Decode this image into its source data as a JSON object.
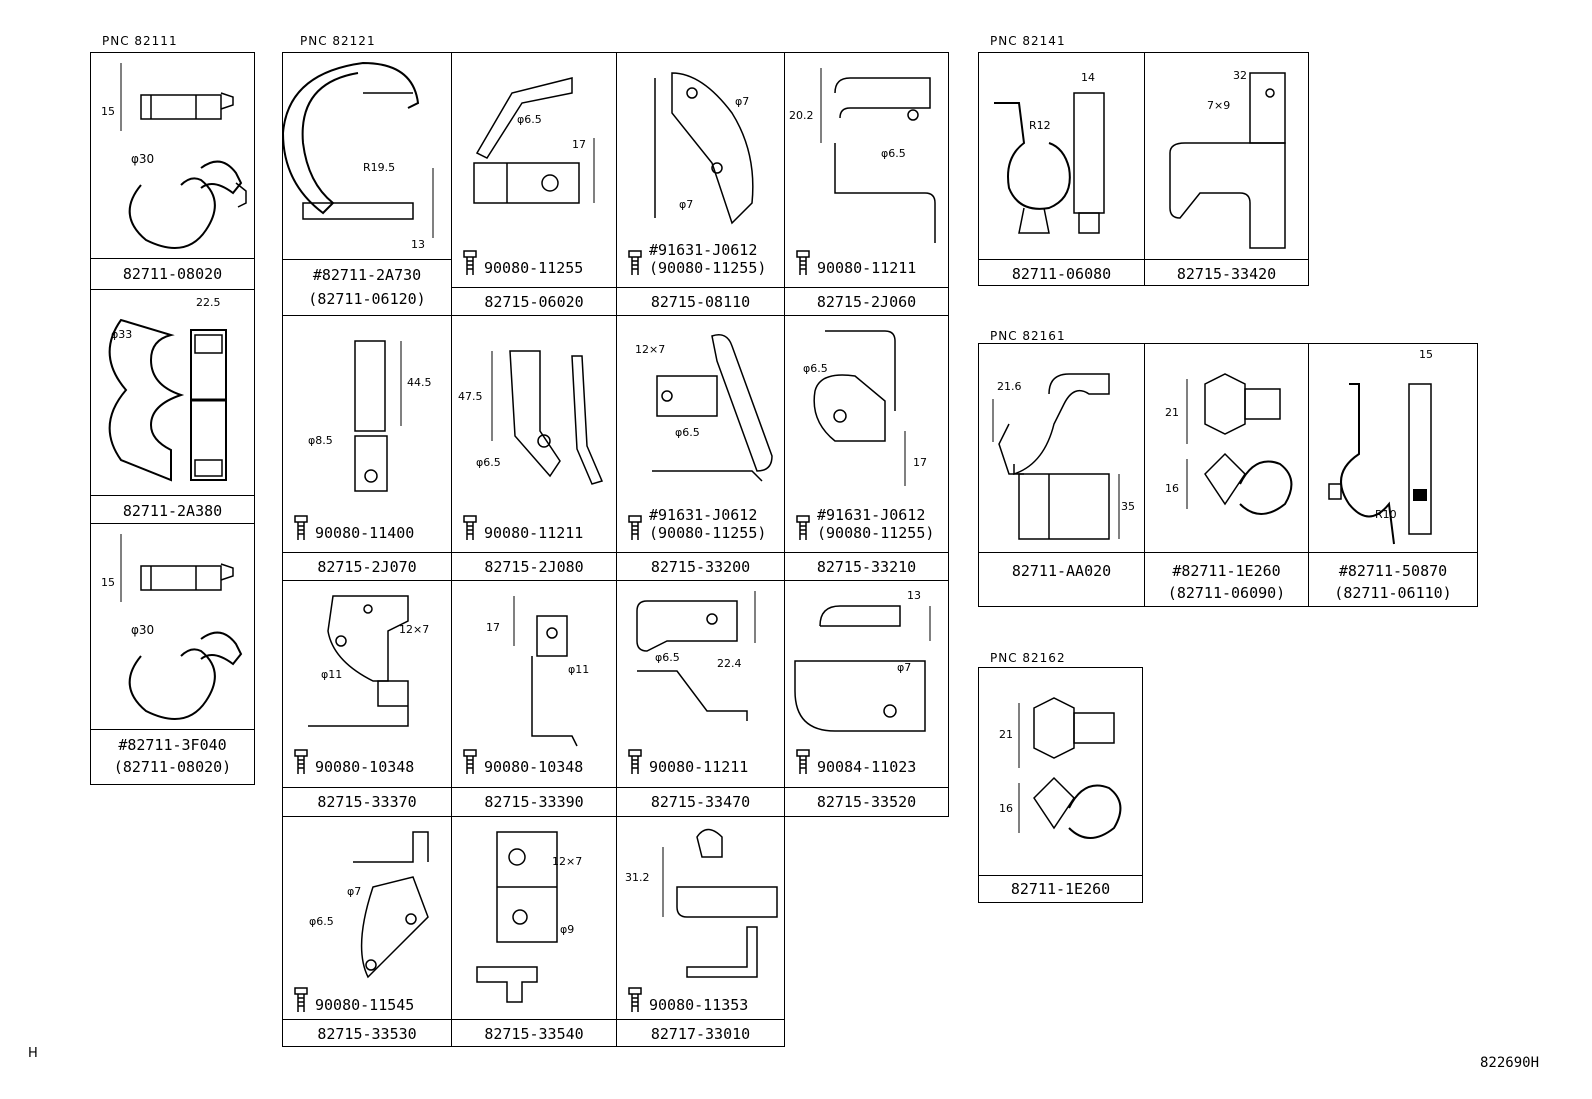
{
  "groups": [
    {
      "pnc": "PNC  82111"
    },
    {
      "pnc": "PNC  82121"
    },
    {
      "pnc": "PNC  82141"
    },
    {
      "pnc": "PNC  82161"
    },
    {
      "pnc": "PNC  82162"
    }
  ],
  "parts": {
    "p82711_08020": "82711-08020",
    "p82711_2A380": "82711-2A380",
    "p82711_3F040": "#82711-3F040",
    "p82711_3F040_alt": "(82711-08020)",
    "p82711_2A730": "#82711-2A730",
    "p82711_2A730_alt": "(82711-06120)",
    "p82715_06020": "82715-06020",
    "p82715_06020_bolt": "90080-11255",
    "p82715_08110": "82715-08110",
    "p82715_08110_bolt": "#91631-J0612",
    "p82715_08110_bolt_alt": "(90080-11255)",
    "p82715_2J060": "82715-2J060",
    "p82715_2J060_bolt": "90080-11211",
    "p82715_2J070": "82715-2J070",
    "p82715_2J070_bolt": "90080-11400",
    "p82715_2J080": "82715-2J080",
    "p82715_2J080_bolt": "90080-11211",
    "p82715_33200": "82715-33200",
    "p82715_33200_bolt": "#91631-J0612",
    "p82715_33200_bolt_alt": "(90080-11255)",
    "p82715_33210": "82715-33210",
    "p82715_33210_bolt": "#91631-J0612",
    "p82715_33210_bolt_alt": "(90080-11255)",
    "p82715_33370": "82715-33370",
    "p82715_33370_bolt": "90080-10348",
    "p82715_33390": "82715-33390",
    "p82715_33390_bolt": "90080-10348",
    "p82715_33470": "82715-33470",
    "p82715_33470_bolt": "90080-11211",
    "p82715_33520": "82715-33520",
    "p82715_33520_bolt": "90084-11023",
    "p82715_33530": "82715-33530",
    "p82715_33530_bolt": "90080-11545",
    "p82715_33540": "82715-33540",
    "p82717_33010": "82717-33010",
    "p82717_33010_bolt": "90080-11353",
    "p82711_06080": "82711-06080",
    "p82715_33420": "82715-33420",
    "p82711_AA020": "82711-AA020",
    "p82711_1E260a": "#82711-1E260",
    "p82711_1E260a_alt": "(82711-06090)",
    "p82711_50870": "#82711-50870",
    "p82711_50870_alt": "(82711-06110)",
    "p82711_1E260": "82711-1E260"
  },
  "dims": {
    "d15": "15",
    "d30": "φ30",
    "d33": "φ33",
    "d22_5": "22.5",
    "r19_5": "R19.5",
    "d13": "13",
    "d6_5": "φ6.5",
    "d17": "17",
    "d7": "φ7",
    "d20_2": "20.2",
    "d44_5": "44.5",
    "d8_5": "φ8.5",
    "d47_5": "47.5",
    "d12x7": "12×7",
    "d11": "φ11",
    "d22_4": "22.4",
    "d9": "φ9",
    "d31_2": "31.2",
    "d14": "14",
    "r12": "R12",
    "d32": "32",
    "d7x9": "7×9",
    "d21_6": "21.6",
    "d35": "35",
    "d21": "21",
    "d16": "16",
    "r10": "R10"
  },
  "footer": {
    "left_mark": "H",
    "code": "822690H"
  }
}
